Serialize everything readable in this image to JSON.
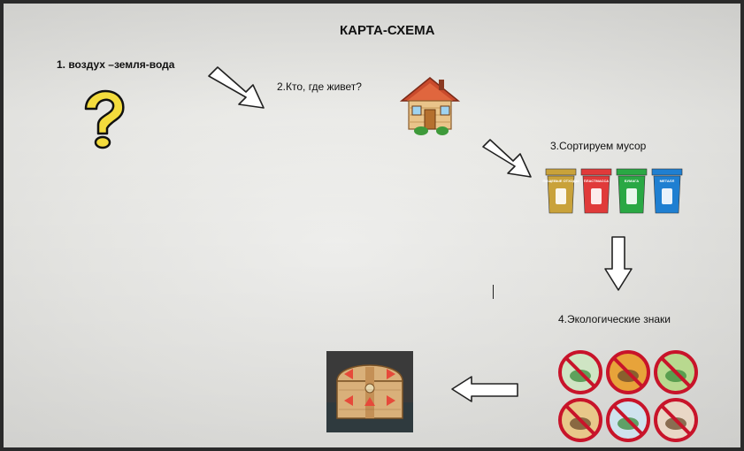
{
  "title": "КАРТА-СХЕМА",
  "steps": [
    {
      "label": "1. воздух –земля-вода",
      "icon": "question-mark-icon"
    },
    {
      "label": "2.Кто, где живет?",
      "icon": "house-icon"
    },
    {
      "label": "3.Сортируем мусор",
      "icon": "recycle-bins-icon"
    },
    {
      "label": "4.Экологические знаки",
      "icon": "prohibition-signs-icon"
    }
  ],
  "bins": [
    {
      "label": "ПИЩЕВЫЕ ОТХОДЫ",
      "color": "#c9a23a",
      "icon": "apple-core-icon"
    },
    {
      "label": "ПЛАСТМАССА",
      "color": "#e03a3a",
      "icon": "bottle-icon"
    },
    {
      "label": "БУМАГА",
      "color": "#2aa844",
      "icon": "paper-icon"
    },
    {
      "label": "МЕТАЛЛ",
      "color": "#1f7fd1",
      "icon": "can-icon"
    }
  ],
  "final": {
    "icon": "treasure-chest-icon"
  },
  "colors": {
    "question": "#f2d83a",
    "house_roof": "#c94a2c",
    "house_wall": "#e9c48a",
    "sign_red": "#c8142a"
  }
}
